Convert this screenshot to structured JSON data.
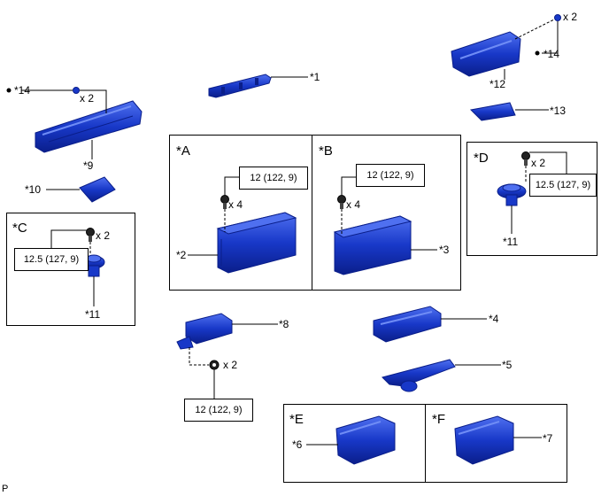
{
  "corner_mark": "P",
  "parts": {
    "p1": "*1",
    "p2": "*2",
    "p3": "*3",
    "p4": "*4",
    "p5": "*5",
    "p6": "*6",
    "p7": "*7",
    "p8": "*8",
    "p9": "*9",
    "p10": "*10",
    "p11_c": "*11",
    "p11_d": "*11",
    "p12": "*12",
    "p13": "*13",
    "p14_left": "*14",
    "p14_right": "*14"
  },
  "groups": {
    "A": "*A",
    "B": "*B",
    "C": "*C",
    "D": "*D",
    "E": "*E",
    "F": "*F"
  },
  "quantities": {
    "q_left_14": "x 2",
    "q_right_14": "x 2",
    "q_A": "x 4",
    "q_B": "x 4",
    "q_C": "x 2",
    "q_D": "x 2",
    "q_8": "x 2"
  },
  "torques": {
    "A": "12 (122, 9)",
    "B": "12 (122, 9)",
    "C": "12.5 (127, 9)",
    "D": "12.5 (127, 9)",
    "part8": "12 (122, 9)"
  },
  "colors": {
    "part_fill": "#1838c8",
    "part_dark": "#0a1e8a",
    "part_light": "#4f70f0",
    "line": "#000000"
  }
}
